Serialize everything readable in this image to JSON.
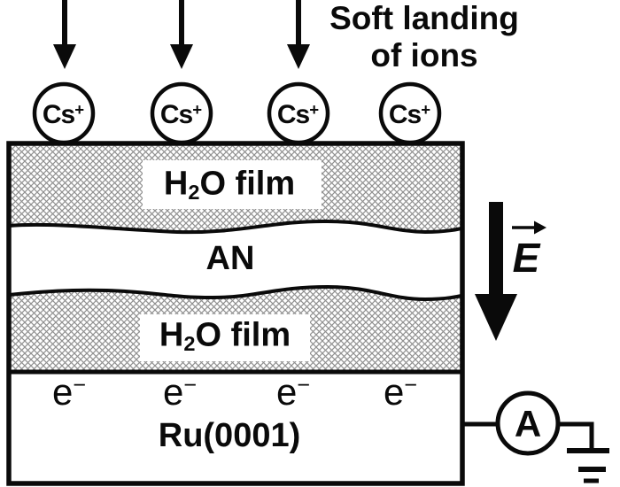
{
  "title": {
    "line1": "Soft landing",
    "line2": "of ions"
  },
  "ion": {
    "element": "Cs",
    "charge": "+"
  },
  "layers": {
    "top_film": {
      "h": "H",
      "sub": "2",
      "rest": "O film"
    },
    "organic": {
      "label": "AN"
    },
    "bottom_film": {
      "h": "H",
      "sub": "2",
      "rest": "O film"
    },
    "substrate": {
      "label": "Ru(0001)"
    }
  },
  "electron": {
    "symbol": "e",
    "charge": "−"
  },
  "field": {
    "symbol": "E"
  },
  "circuit": {
    "ammeter": "A"
  },
  "colors": {
    "ink": "#0a0a0a",
    "hatch": "#909090",
    "background": "#ffffff"
  }
}
